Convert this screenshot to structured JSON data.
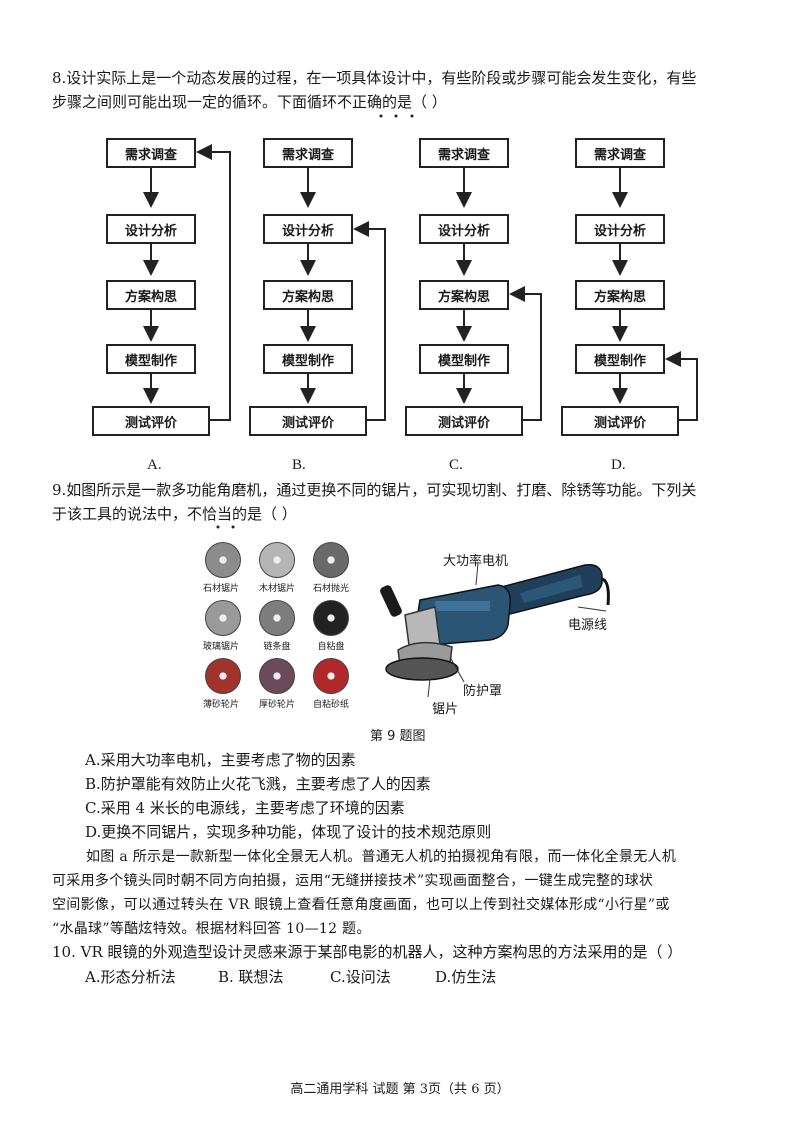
{
  "q8": {
    "line1": "8.设计实际上是一个动态发展的过程，在一项具体设计中，有些阶段或步骤可能会发生变化，有些",
    "line2": "步骤之间则可能出现一定的循环。下面循环不正确的是（      ）",
    "flow_steps": [
      "需求调查",
      "设计分析",
      "方案构思",
      "模型制作",
      "测试评价"
    ],
    "options": [
      "A.",
      "B.",
      "C.",
      "D."
    ]
  },
  "q9": {
    "line1": "9.如图所示是一款多功能角磨机，通过更换不同的锯片，可实现切割、打磨、除锈等功能。下列关",
    "line2": "于该工具的说法中，不恰当的是（      ）",
    "discs": [
      {
        "label": "石材锯片",
        "color": "#8c8c8c"
      },
      {
        "label": "木材锯片",
        "color": "#b5b5b5"
      },
      {
        "label": "石材抛光",
        "color": "#6a6a6a"
      },
      {
        "label": "玻璃锯片",
        "color": "#9a9a9a"
      },
      {
        "label": "链条盘",
        "color": "#7d7d7d"
      },
      {
        "label": "自粘盘",
        "color": "#222222"
      },
      {
        "label": "薄砂轮片",
        "color": "#a0342c"
      },
      {
        "label": "厚砂轮片",
        "color": "#6b4a5c"
      },
      {
        "label": "自粘砂纸",
        "color": "#b0282a"
      }
    ],
    "callouts": {
      "motor": "大功率电机",
      "cord": "电源线",
      "guard": "防护罩",
      "blade": "锯片"
    },
    "caption": "第 9 题图",
    "choices": [
      "A.采用大功率电机，主要考虑了物的因素",
      "B.防护罩能有效防止火花飞溅，主要考虑了人的因素",
      "C.采用 4 米长的电源线，主要考虑了环境的因素",
      "D.更换不同锯片，实现多种功能，体现了设计的技术规范原则"
    ]
  },
  "passage": [
    "如图 a 所示是一款新型一体化全景无人机。普通无人机的拍摄视角有限，而一体化全景无人机",
    "可采用多个镜头同时朝不同方向拍摄，运用“无缝拼接技术”实现画面整合，一键生成完整的球状",
    "空间影像，可以通过转头在 VR 眼镜上查看任意角度画面，也可以上传到社交媒体形成“小行星”或",
    "“水晶球”等酷炫特效。根据材料回答 10—12 题。"
  ],
  "q10": {
    "stem": "10. VR 眼镜的外观造型设计灵感来源于某部电影的机器人，这种方案构思的方法采用的是（      ）",
    "choices": [
      "A.形态分析法",
      "B. 联想法",
      "C.设问法",
      "D.仿生法"
    ]
  },
  "footer": "高二通用学科  试题  第 3页（共 6 页）"
}
